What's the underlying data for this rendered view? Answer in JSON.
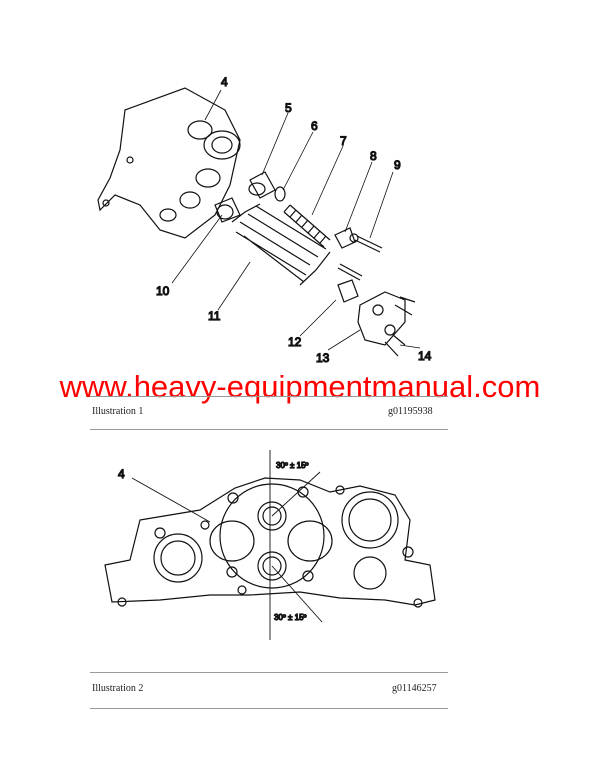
{
  "illustration1": {
    "caption": "Illustration 1",
    "code": "g01195938",
    "callouts": [
      "4",
      "5",
      "6",
      "7",
      "8",
      "9",
      "10",
      "11",
      "12",
      "13",
      "14"
    ]
  },
  "illustration2": {
    "caption": "Illustration 2",
    "code": "g01146257",
    "callouts": [
      "4"
    ],
    "angle_top": "30º ± 15º",
    "angle_bottom": "30º ± 15º"
  },
  "watermark": "www.heavy-equipmentmanual.com"
}
